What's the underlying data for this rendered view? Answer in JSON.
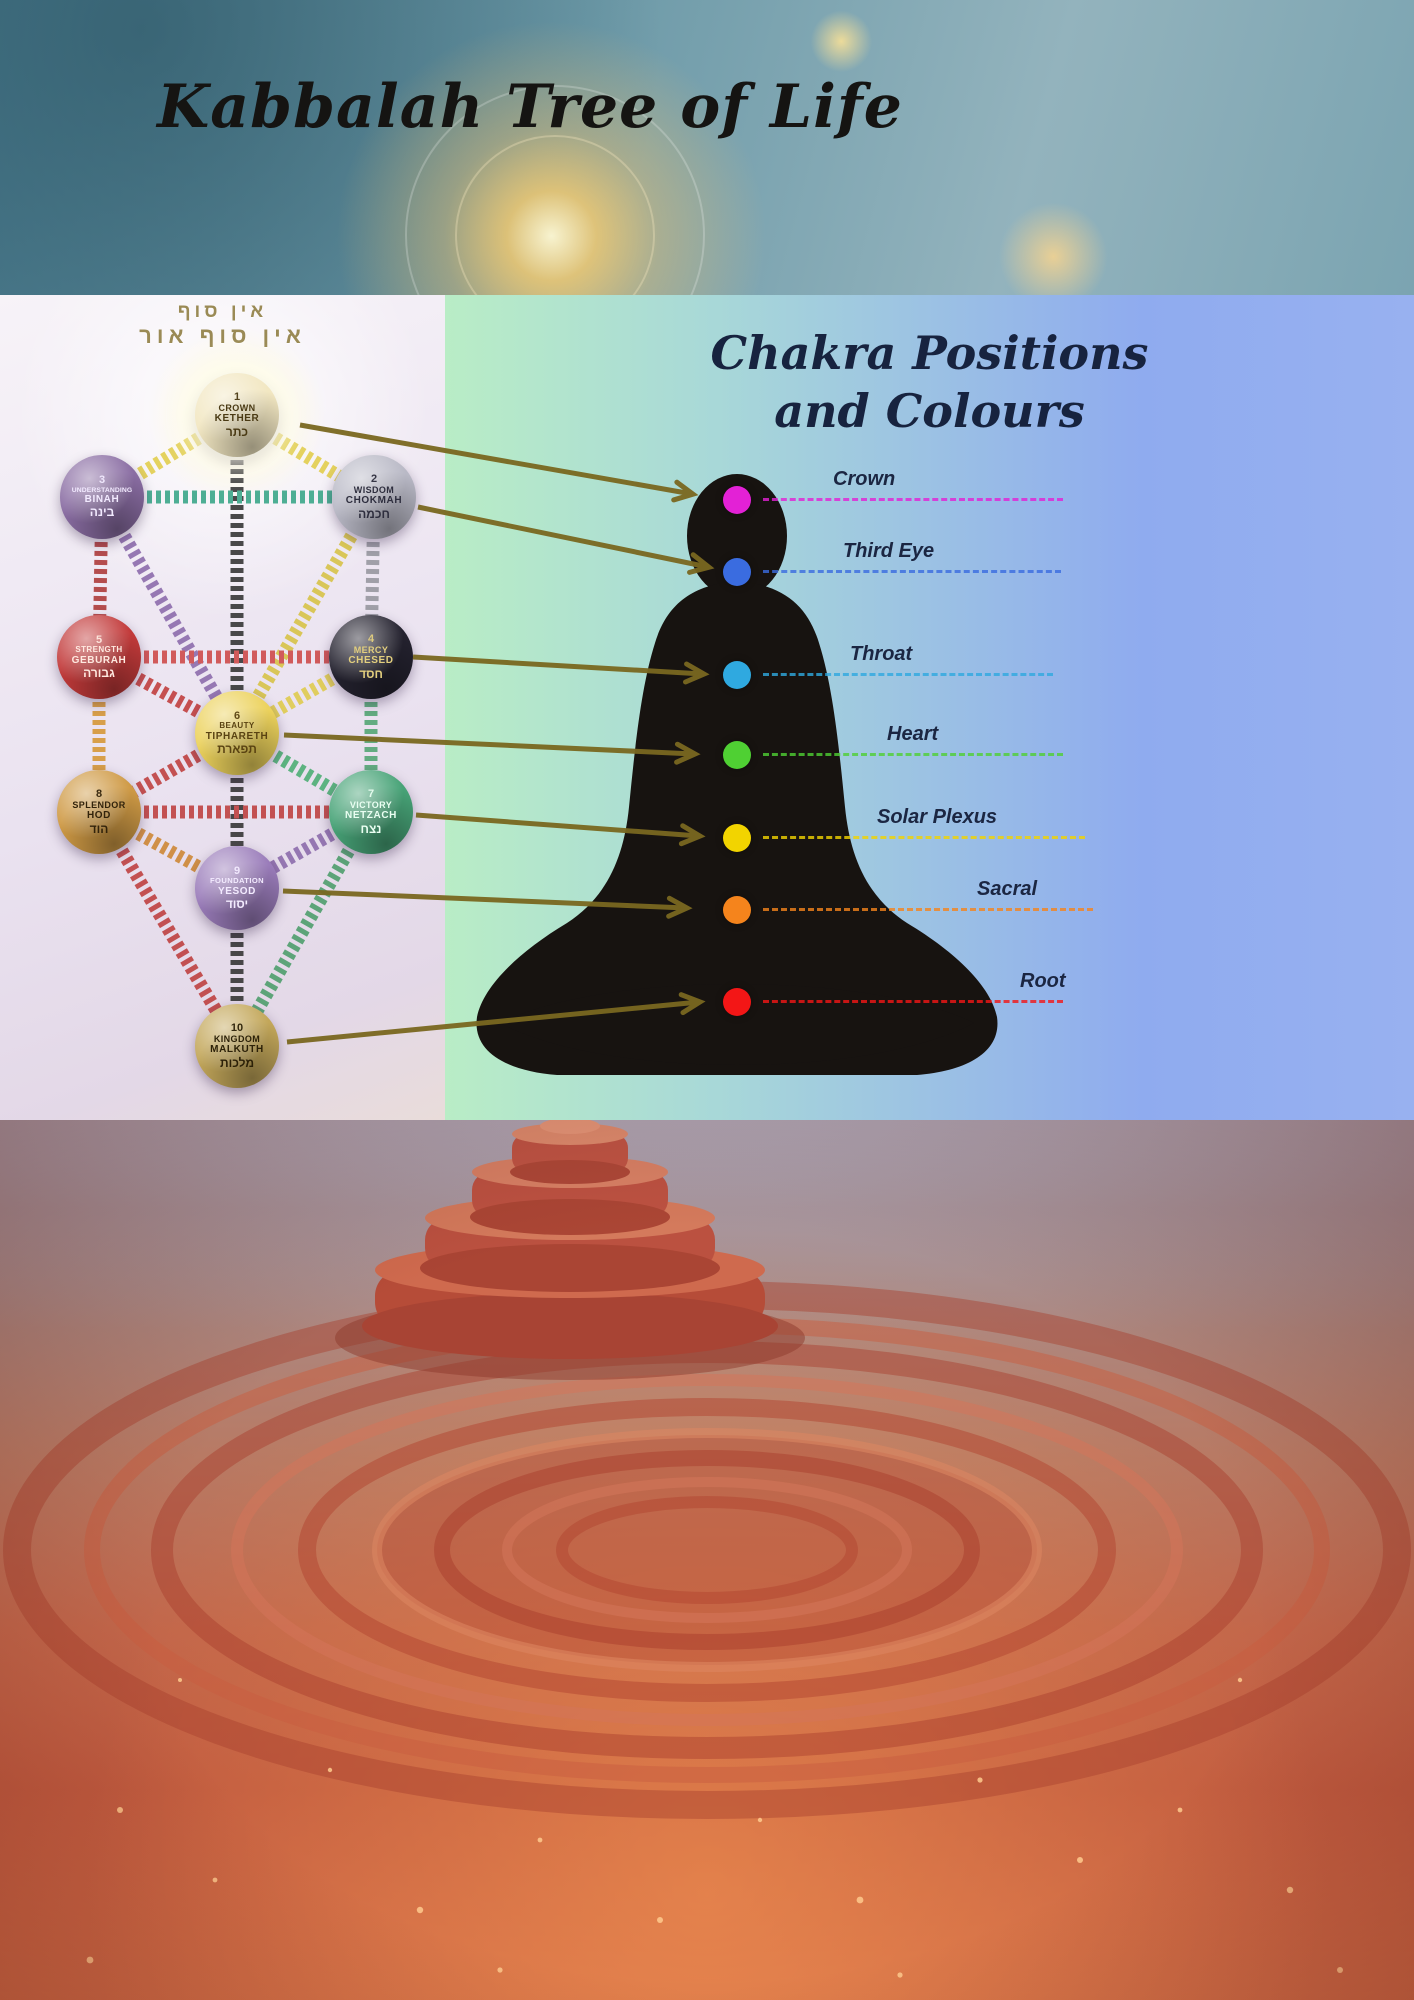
{
  "title": "Kabbalah Tree of Life",
  "tree": {
    "ain_soph_line1": "אין סוף",
    "ain_soph_line2": "אין סוף אור",
    "nodes": [
      {
        "num": "1",
        "name": "CROWN",
        "alt": "KETHER",
        "hebrew": "כתר",
        "color": "#f2e7c2",
        "text": "#4a3a14"
      },
      {
        "num": "2",
        "name": "WISDOM",
        "alt": "CHOKMAH",
        "hebrew": "חכמה",
        "color": "#b9b9c6",
        "text": "#2e2e3e"
      },
      {
        "num": "3",
        "name": "UNDERSTANDING",
        "alt": "BINAH",
        "hebrew": "בינה",
        "color": "#8a6da3",
        "text": "#f2eaff"
      },
      {
        "num": "4",
        "name": "MERCY",
        "alt": "CHESED",
        "hebrew": "חסד",
        "color": "#24222f",
        "text": "#e3cf7e"
      },
      {
        "num": "5",
        "name": "STRENGTH",
        "alt": "GEBURAH",
        "hebrew": "גבורה",
        "color": "#c23a3a",
        "text": "#ffe9e0"
      },
      {
        "num": "6",
        "name": "BEAUTY",
        "alt": "TIPHARETH",
        "hebrew": "תפארת",
        "color": "#ecd25c",
        "text": "#5a4312"
      },
      {
        "num": "7",
        "name": "VICTORY",
        "alt": "NETZACH",
        "hebrew": "נצח",
        "color": "#47a377",
        "text": "#eafff2"
      },
      {
        "num": "8",
        "name": "SPLENDOR",
        "alt": "HOD",
        "hebrew": "הוד",
        "color": "#cf9a45",
        "text": "#32230b"
      },
      {
        "num": "9",
        "name": "FOUNDATION",
        "alt": "YESOD",
        "hebrew": "יסוד",
        "color": "#9a7cba",
        "text": "#f3ebff"
      },
      {
        "num": "10",
        "name": "KINGDOM",
        "alt": "MALKUTH",
        "hebrew": "מלכות",
        "color": "#c3a75a",
        "text": "#2c2108"
      }
    ]
  },
  "chakra_panel": {
    "heading_line1": "Chakra Positions",
    "heading_line2": "and Colours",
    "chakras": [
      {
        "label": "Crown",
        "color": "#e321d6"
      },
      {
        "label": "Third Eye",
        "color": "#3a6ce0"
      },
      {
        "label": "Throat",
        "color": "#2fa9e0"
      },
      {
        "label": "Heart",
        "color": "#4fd033"
      },
      {
        "label": "Solar Plexus",
        "color": "#f2d400"
      },
      {
        "label": "Sacral",
        "color": "#f5841c"
      },
      {
        "label": "Root",
        "color": "#f31616"
      }
    ]
  },
  "colors": {
    "arrow": "#7a6820",
    "silhouette": "#171310"
  }
}
